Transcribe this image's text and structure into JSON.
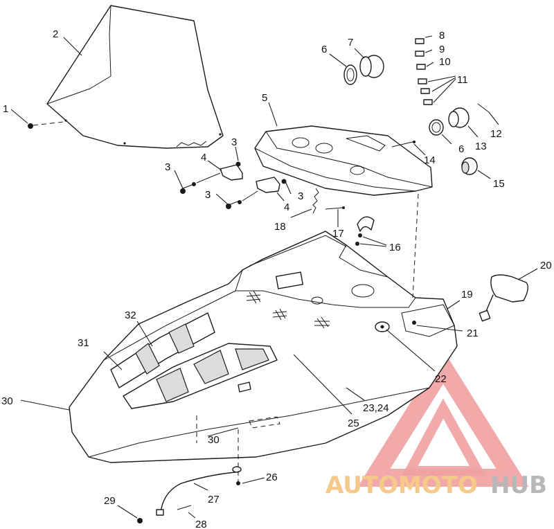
{
  "callouts": {
    "c1": "1",
    "c2": "2",
    "c3a": "3",
    "c3b": "3",
    "c3c": "3",
    "c3d": "3",
    "c4a": "4",
    "c4b": "4",
    "c5": "5",
    "c6a": "6",
    "c6b": "6",
    "c7": "7",
    "c8": "8",
    "c9": "9",
    "c10": "10",
    "c11": "11",
    "c12": "12",
    "c13": "13",
    "c14": "14",
    "c15": "15",
    "c16": "16",
    "c17": "17",
    "c18": "18",
    "c19": "19",
    "c20": "20",
    "c21": "21",
    "c22": "22",
    "c2324": "23,24",
    "c25": "25",
    "c26": "26",
    "c27": "27",
    "c28": "28",
    "c29": "29",
    "c30": "30",
    "c30b": "30",
    "c31": "31",
    "c32": "32"
  },
  "watermark": {
    "part1": "AUTOMOTO",
    "part2": "HUB",
    "color_light": "#f5c98a",
    "color_dark": "#b8b8b8",
    "triangle_color": "#f0a0a0"
  }
}
